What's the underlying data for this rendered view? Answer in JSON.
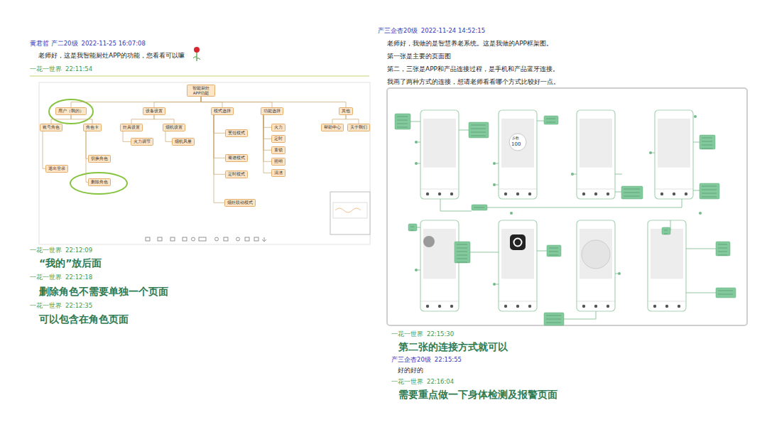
{
  "diagram": {
    "nodes": [
      {
        "text": [
          "智能厨灶APP功能"
        ]
      },
      {
        "text": [
          "用户（我的）"
        ]
      },
      {
        "text": [
          "设备设置"
        ]
      },
      {
        "text": [
          "模式选择"
        ]
      },
      {
        "text": [
          "功能选择"
        ]
      },
      {
        "text": [
          "其他"
        ]
      },
      {
        "text": [
          "账号角色"
        ]
      },
      {
        "text": [
          "角色卡"
        ]
      },
      {
        "text": [
          "灶具设置"
        ]
      },
      {
        "text": [
          "烟机设置"
        ]
      },
      {
        "text": [
          "烹饪模式"
        ]
      },
      {
        "text": [
          "菜谱模式"
        ]
      },
      {
        "text": [
          "定时模式"
        ]
      },
      {
        "text": [
          "烟灶联动模式"
        ]
      },
      {
        "text": [
          "火力"
        ]
      },
      {
        "text": [
          "定时"
        ]
      },
      {
        "text": [
          "童锁"
        ]
      },
      {
        "text": [
          "照明"
        ]
      },
      {
        "text": [
          "清洁"
        ]
      },
      {
        "text": [
          "帮助中心"
        ]
      },
      {
        "text": [
          "关于我们"
        ]
      },
      {
        "text": [
          "退出登录"
        ]
      },
      {
        "text": [
          "切换角色"
        ]
      },
      {
        "text": [
          "删除角色"
        ]
      },
      {
        "text": [
          "火力调节"
        ]
      },
      {
        "text": [
          "烟机风量"
        ]
      }
    ],
    "edges": [
      {
        "from": 0,
        "to": 1,
        "arrow": "none"
      },
      {
        "from": 0,
        "to": 2,
        "arrow": "none"
      },
      {
        "from": 0,
        "to": 3,
        "arrow": "none"
      },
      {
        "from": 0,
        "to": 4,
        "arrow": "none"
      },
      {
        "from": 0,
        "to": 5,
        "arrow": "none"
      },
      {
        "from": 1,
        "to": 6,
        "arrow": "none"
      },
      {
        "from": 1,
        "to": 7,
        "arrow": "none"
      },
      {
        "from": 2,
        "to": 8,
        "arrow": "none"
      },
      {
        "from": 2,
        "to": 9,
        "arrow": "none"
      },
      {
        "from": 3,
        "to": 10,
        "arrow": "none"
      },
      {
        "from": 3,
        "to": 11,
        "arrow": "none"
      },
      {
        "from": 3,
        "to": 12,
        "arrow": "none"
      },
      {
        "from": 3,
        "to": 13,
        "arrow": "none"
      },
      {
        "from": 4,
        "to": 14,
        "arrow": "none"
      },
      {
        "from": 4,
        "to": 15,
        "arrow": "none"
      },
      {
        "from": 4,
        "to": 16,
        "arrow": "none"
      },
      {
        "from": 4,
        "to": 17,
        "arrow": "none"
      },
      {
        "from": 4,
        "to": 18,
        "arrow": "none"
      },
      {
        "from": 5,
        "to": 19,
        "arrow": "none"
      },
      {
        "from": 5,
        "to": 20,
        "arrow": "none"
      },
      {
        "from": 6,
        "to": 21,
        "arrow": "none"
      },
      {
        "from": 7,
        "to": 22,
        "arrow": "none"
      },
      {
        "from": 7,
        "to": 23,
        "arrow": "none"
      },
      {
        "from": 8,
        "to": 24,
        "arrow": "none"
      },
      {
        "from": 9,
        "to": 25,
        "arrow": "none"
      }
    ],
    "labels": [
      "黄君哲 产二20级",
      "2022-11-25 16:07:08",
      "老师好，这是我智能厨灶APP的功能，您看看可以嘛",
      "一花一世界",
      "22:11:54",
      "一花一世界",
      "22:12:09",
      "“我的”放后面",
      "一花一世界",
      "22:12:18",
      "删除角色不需要单独一个页面",
      "一花一世界",
      "22:12:35",
      "可以包含在角色页面",
      "产三企杏20级",
      "2022-11-24 14:52:15",
      "老师好，我做的是智慧养老系统。这是我做的APP框架图。",
      "第一张是主要的页面图",
      "第二，三张是APP和产品连接过程，是手机和产品蓝牙连接。",
      "我画了两种方式的连接，想请老师看看哪个方式比较好一点。",
      "步数",
      "100",
      "一花一世界",
      "22:15:30",
      "第二张的连接方式就可以",
      "产三企杏20级",
      "22:15:55",
      "好的好的",
      "一花一世界",
      "22:16:04",
      "需要重点做一下身体检测及报警页面"
    ]
  }
}
